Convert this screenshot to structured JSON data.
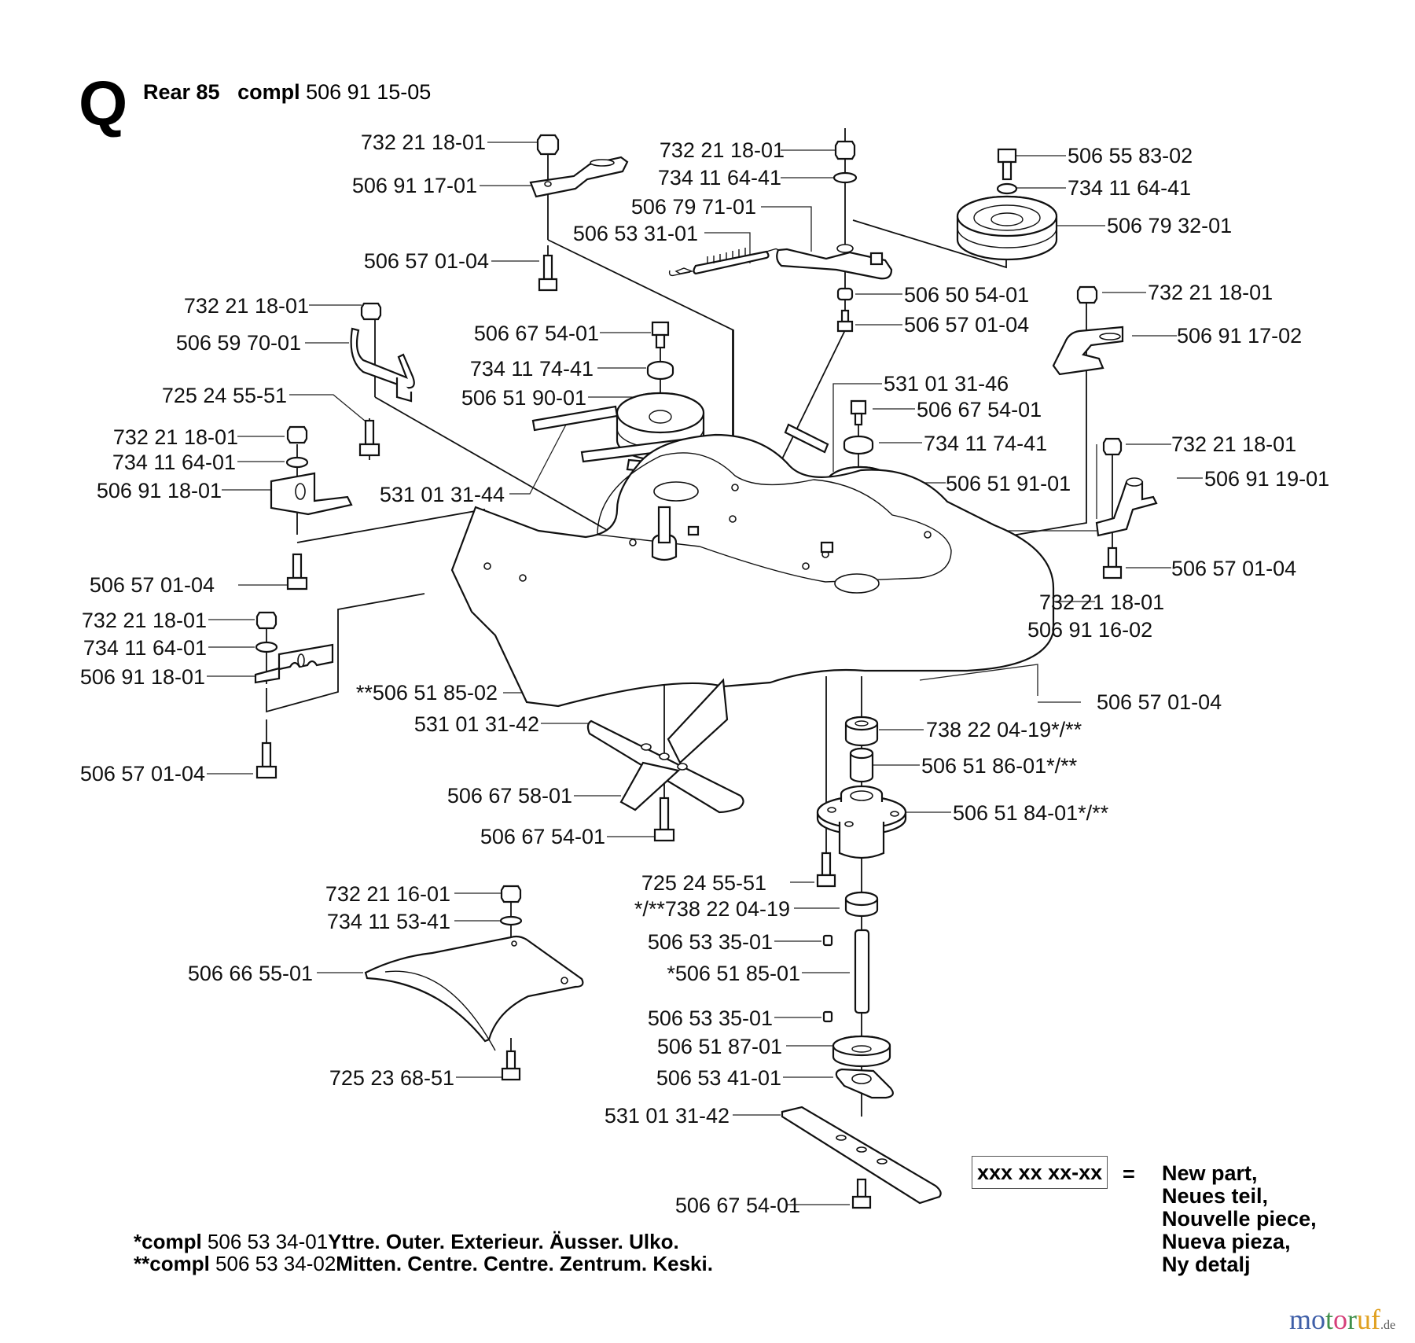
{
  "header": {
    "section_letter": "Q",
    "model": "Rear 85",
    "compl_word": "compl",
    "assembly_number": "506 91 15-05"
  },
  "labels": [
    {
      "id": "l1",
      "text": "732 21 18-01"
    },
    {
      "id": "l2",
      "text": "506 91 17-01"
    },
    {
      "id": "l3",
      "text": "506 57 01-04"
    },
    {
      "id": "l4",
      "text": "732 21 18-01"
    },
    {
      "id": "l5",
      "text": "734 11 64-41"
    },
    {
      "id": "l6",
      "text": "506 79 71-01"
    },
    {
      "id": "l7",
      "text": "506 53 31-01"
    },
    {
      "id": "l8",
      "text": "506 50 54-01"
    },
    {
      "id": "l9",
      "text": "506 57 01-04"
    },
    {
      "id": "l10",
      "text": "506 55 83-02"
    },
    {
      "id": "l11",
      "text": "734 11 64-41"
    },
    {
      "id": "l12",
      "text": "506 79 32-01"
    },
    {
      "id": "l13",
      "text": "732 21 18-01"
    },
    {
      "id": "l14",
      "text": "506 91 17-02"
    },
    {
      "id": "l15",
      "text": "732 21 18-01"
    },
    {
      "id": "l16",
      "text": "506 59 70-01"
    },
    {
      "id": "l17",
      "text": "725 24 55-51"
    },
    {
      "id": "l18",
      "text": "732 21 18-01"
    },
    {
      "id": "l19",
      "text": "734 11 64-01"
    },
    {
      "id": "l20",
      "text": "506 91 18-01"
    },
    {
      "id": "l21",
      "text": "506 67 54-01"
    },
    {
      "id": "l22",
      "text": "734 11 74-41"
    },
    {
      "id": "l23",
      "text": "506 51 90-01"
    },
    {
      "id": "l24",
      "text": "531 01 31-44"
    },
    {
      "id": "l25",
      "text": "531 01 31-46"
    },
    {
      "id": "l26",
      "text": "506 67 54-01"
    },
    {
      "id": "l27",
      "text": "734 11 74-41"
    },
    {
      "id": "l28",
      "text": "506 51 91-01"
    },
    {
      "id": "l29",
      "text": "732 21 18-01"
    },
    {
      "id": "l30",
      "text": "506 91 19-01"
    },
    {
      "id": "l31",
      "text": "506 57 01-04"
    },
    {
      "id": "l32",
      "text": "732 21 18-01"
    },
    {
      "id": "l33",
      "text": "506 91 16-02"
    },
    {
      "id": "l34",
      "text": "506 57 01-04"
    },
    {
      "id": "l35",
      "text": "732 21 18-01"
    },
    {
      "id": "l36",
      "text": "734 11 64-01"
    },
    {
      "id": "l37",
      "text": "506 91 18-01"
    },
    {
      "id": "l38",
      "text": "**506 51 85-02"
    },
    {
      "id": "l39",
      "text": "531 01 31-42"
    },
    {
      "id": "l40",
      "text": "506 57 01-04"
    },
    {
      "id": "l41",
      "text": "506 67 58-01"
    },
    {
      "id": "l42",
      "text": "506 67 54-01"
    },
    {
      "id": "l43",
      "text": "506 57 01-04"
    },
    {
      "id": "l44",
      "text": "738 22 04-19*/**"
    },
    {
      "id": "l45",
      "text": "506 51 86-01*/**"
    },
    {
      "id": "l46",
      "text": "506 51 84-01*/**"
    },
    {
      "id": "l47",
      "text": "725 24 55-51"
    },
    {
      "id": "l48",
      "text": "*/**738 22 04-19"
    },
    {
      "id": "l49",
      "text": "732 21 16-01"
    },
    {
      "id": "l50",
      "text": "734 11 53-41"
    },
    {
      "id": "l51",
      "text": "506 66 55-01"
    },
    {
      "id": "l52",
      "text": "725 23 68-51"
    },
    {
      "id": "l53",
      "text": "506 53 35-01"
    },
    {
      "id": "l54",
      "text": "*506 51 85-01"
    },
    {
      "id": "l55",
      "text": "506 53 35-01"
    },
    {
      "id": "l56",
      "text": "506 51 87-01"
    },
    {
      "id": "l57",
      "text": "506 53 41-01"
    },
    {
      "id": "l58",
      "text": "531 01 31-42"
    },
    {
      "id": "l59",
      "text": "506 67 54-01"
    }
  ],
  "footnotes": [
    {
      "prefix": "*compl",
      "number": "506 53 34-01",
      "text": "Yttre. Outer. Exterieur. Äusser. Ulko."
    },
    {
      "prefix": "**compl",
      "number": "506 53 34-02",
      "text": "Mitten. Centre. Centre. Zentrum. Keski."
    }
  ],
  "legend": {
    "placeholder": "xxx xx xx-xx",
    "equals": "=",
    "lines": [
      "New part,",
      "Neues teil,",
      "Nouvelle piece,",
      "Nueva pieza,",
      "Ny detalj"
    ]
  },
  "watermark": {
    "letters": [
      {
        "ch": "m",
        "color": "#3f5fa8"
      },
      {
        "ch": "o",
        "color": "#3f5fa8"
      },
      {
        "ch": "t",
        "color": "#3f8f4a"
      },
      {
        "ch": "o",
        "color": "#d6407a"
      },
      {
        "ch": "r",
        "color": "#3f8f4a"
      },
      {
        "ch": "u",
        "color": "#e0a020"
      },
      {
        "ch": "f",
        "color": "#e0a020"
      }
    ],
    "suffix": ".de"
  }
}
